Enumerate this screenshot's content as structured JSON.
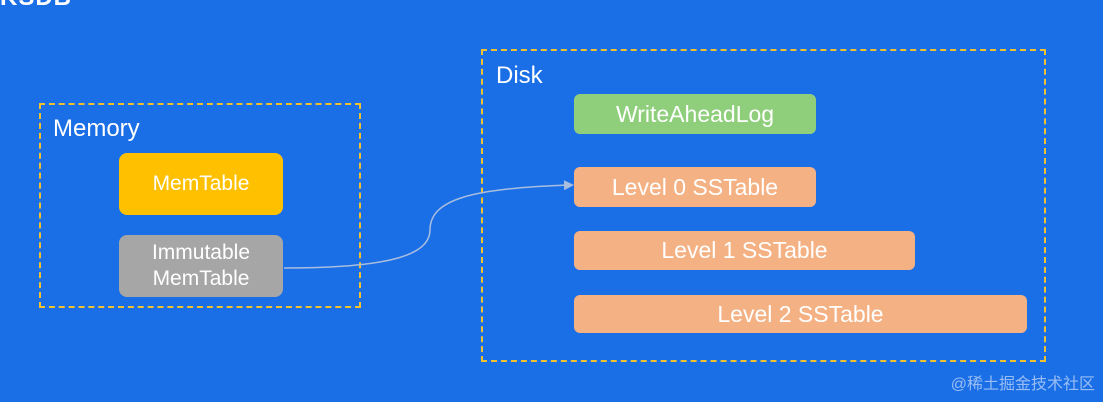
{
  "diagram": {
    "title_fragment": "KSDB",
    "memory": {
      "label": "Memory",
      "memtable": "MemTable",
      "immutable_line1": "Immutable",
      "immutable_line2": "MemTable"
    },
    "disk": {
      "label": "Disk",
      "wal": "WriteAheadLog",
      "level0": "Level 0 SSTable",
      "level1": "Level 1 SSTable",
      "level2": "Level 2 SSTable"
    },
    "watermark": "@稀土掘金技术社区"
  },
  "colors": {
    "background": "#1a6ee6",
    "dashed_border": "#f2c12e",
    "memtable": "#ffc000",
    "immutable": "#a6a6a6",
    "wal": "#8fcf7c",
    "sstable": "#f4b183",
    "arrow": "#a9bedf"
  }
}
